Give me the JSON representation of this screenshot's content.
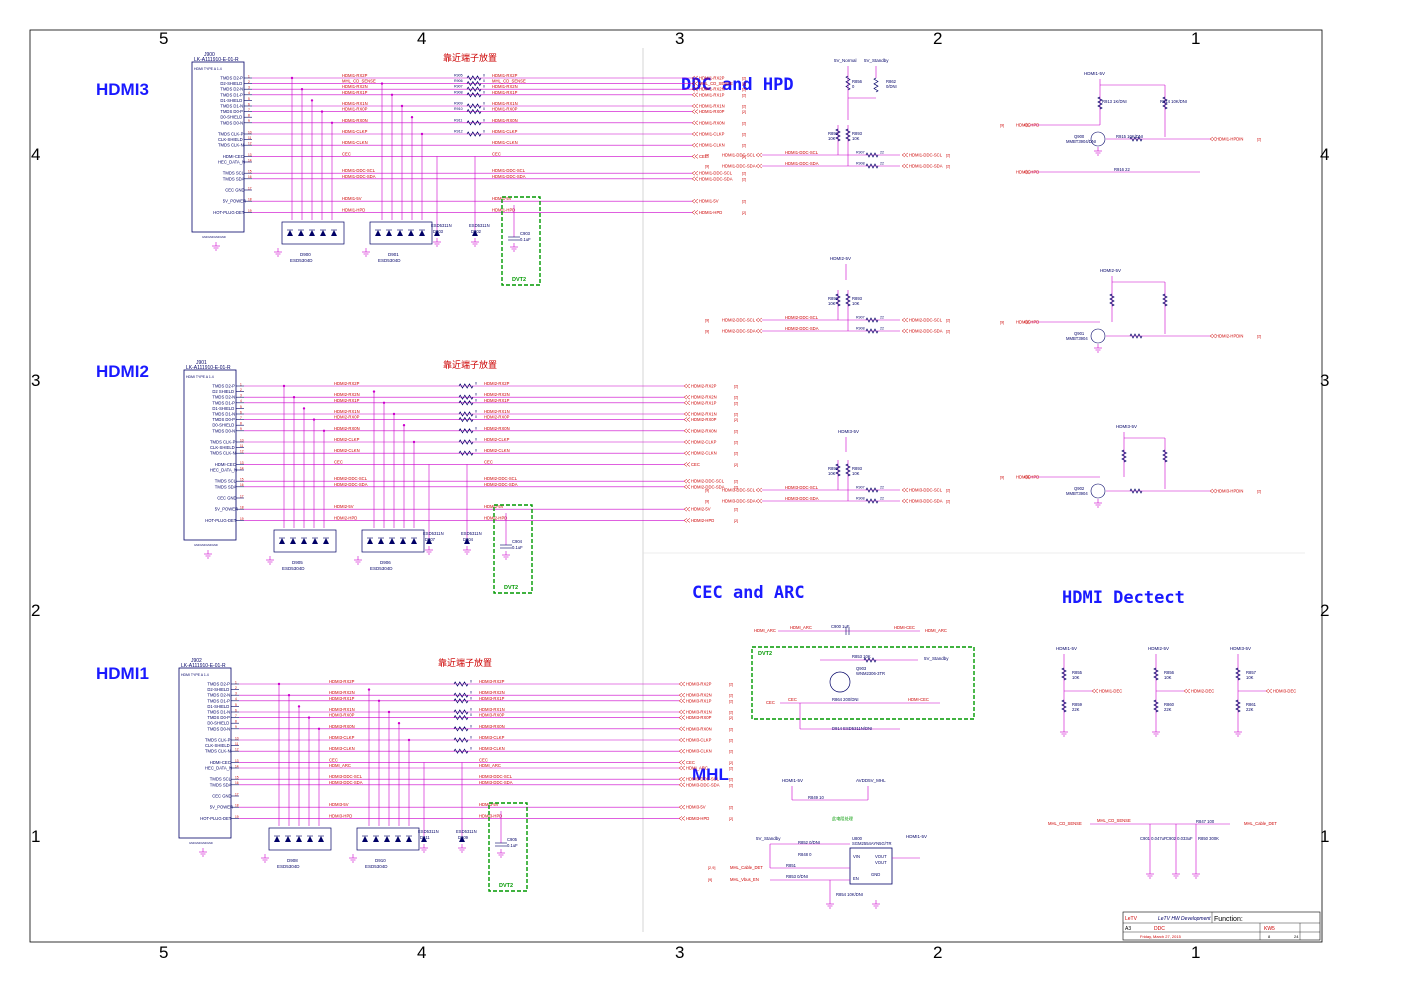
{
  "colors": {
    "title": "#1a1aff",
    "net": "#cc0000",
    "wire": "#cc00cc",
    "component": "#000066",
    "dvt_box": "#009900"
  },
  "zones": {
    "top": [
      "5",
      "4",
      "3",
      "2",
      "1"
    ],
    "bottom": [
      "5",
      "4",
      "3",
      "2",
      "1"
    ],
    "left": [
      "4",
      "3",
      "2",
      "1"
    ],
    "right": [
      "4",
      "3",
      "2",
      "1"
    ]
  },
  "titles": {
    "hdmi3": "HDMI3",
    "hdmi2": "HDMI2",
    "hdmi1": "HDMI1",
    "ddc_hpd": "DDC and HPD",
    "cec_arc": "CEC and ARC",
    "mhl": "MHL",
    "hdmi_detect": "HDMI Dectect"
  },
  "connector_note": "靠近端子放置",
  "dvt_label": "DVT2",
  "hdmi3": {
    "ref": "J900",
    "part": "LK-A111910-E-01-R",
    "type": "HDMI TYPE A 1.4",
    "pins": [
      "TMDS D2-P",
      "D2-SHIELD",
      "TMDS D2-N",
      "TMDS D1-P",
      "D1-SHIELD",
      "TMDS D1-N",
      "TMDS D0-P",
      "D0-SHIELD",
      "TMDS D0-N",
      "TMDS CLK-P",
      "CLK-SHIELD",
      "TMDS CLK-N",
      "HDMI-CEC",
      "HEC_DATA_N",
      "TMDS SCL",
      "TMDS SDA",
      "CEC GND",
      "5V_POWER",
      "HOT-PLUG-DET"
    ],
    "nets": [
      "HDMI1-RX2P",
      "MHL_CD_SENSE",
      "HDMI1-RX2N",
      "HDMI1-RX1P",
      "HDMI1-RX1N",
      "HDMI1-RX0P",
      "HDMI1-RX0N",
      "HDMI1-CLKP",
      "HDMI1-CLKN",
      "CEC",
      "HDMI1-DDC-SCL",
      "HDMI1-DDC-SDA",
      "HDMI1-5V",
      "HDMI1-HPD"
    ],
    "resistors": [
      "R905",
      "R906",
      "R907",
      "R908",
      "R909",
      "R910",
      "R911",
      "R912"
    ],
    "esd": [
      {
        "ref": "D900",
        "part": "ESD5304D"
      },
      {
        "ref": "D901",
        "part": "ESD5304D"
      }
    ],
    "tvs": [
      {
        "ref": "D903",
        "part": "ESD5311N"
      },
      {
        "ref": "D902",
        "part": "ESD5311N"
      }
    ],
    "cap": {
      "ref": "C903",
      "value": "0.1uF"
    }
  },
  "hdmi2": {
    "ref": "J901",
    "part": "LK-A111910-E-01-R",
    "type": "HDMI TYPE A 1.4",
    "pins": [
      "TMDS D2-P",
      "D2 SHIELD",
      "TMDS D2-N",
      "TMDS D1-P",
      "D1-SHIELD",
      "TMDS D1-N",
      "TMDS D0-P",
      "D0-SHIELD",
      "TMDS D0-N",
      "TMDS CLK-P",
      "CLK-SHIELD",
      "TMDS CLK-N",
      "HDMI-CEC",
      "HEC_DATA_N",
      "TMDS SCL",
      "TMDS SDA",
      "CEC GND",
      "5V_POWER",
      "HOT-PLUG-DET"
    ],
    "nets": [
      "HDMI2-RX2P",
      "HDMI2-RX2N",
      "HDMI2-RX1P",
      "HDMI2-RX1N",
      "HDMI2-RX0P",
      "HDMI2-RX0N",
      "HDMI2-CLKP",
      "HDMI2-CLKN",
      "CEC",
      "HDMI2-DDC-SCL",
      "HDMI2-DDC-SDA",
      "HDMI2-5V",
      "HDMI2-HPD"
    ],
    "esd": [
      {
        "ref": "D905",
        "part": "ESD5304D"
      },
      {
        "ref": "D906",
        "part": "ESD5304D"
      }
    ],
    "tvs": [
      {
        "ref": "D907",
        "part": "ESD5311N"
      },
      {
        "ref": "D904",
        "part": "ESD5311N"
      }
    ],
    "cap": {
      "ref": "C904",
      "value": "0.1uF"
    }
  },
  "hdmi1": {
    "ref": "J902",
    "part": "LK-A111910-E-01-R",
    "type": "HDMI TYPE A 1.4",
    "pins": [
      "TMDS D2-P",
      "D2-SHIELD",
      "TMDS D2-N",
      "TMDS D1-P",
      "D1-SHIELD",
      "TMDS D1-N",
      "TMDS D0-P",
      "D0-SHIELD",
      "TMDS D0-N",
      "TMDS CLK-P",
      "CLK-SHIELD",
      "TMDS CLK-N",
      "HDMI-CEC",
      "HEC_DATA_N",
      "TMDS SCL",
      "TMDS SDA",
      "CEC GND",
      "5V_POWER",
      "HOT-PLUG-DET"
    ],
    "nets": [
      "HDMI3-RX2P",
      "HDMI3-RX2N",
      "HDMI3-RX1P",
      "HDMI3-RX1N",
      "HDMI3-RX0P",
      "HDMI3-RX0N",
      "HDMI3-CLKP",
      "HDMI3-CLKN",
      "CEC",
      "HDMI_ARC",
      "HDMI3-DDC-SCL",
      "HDMI3-DDC-SDA",
      "HDMI3-5V",
      "HDMI3-HPD"
    ],
    "esd": [
      {
        "ref": "D908",
        "part": "ESD5304D"
      },
      {
        "ref": "D910",
        "part": "ESD5304D"
      }
    ],
    "tvs": [
      {
        "ref": "D911",
        "part": "ESD5311N"
      },
      {
        "ref": "D909",
        "part": "ESD5311N"
      }
    ],
    "cap": {
      "ref": "C905",
      "value": "0.1uF"
    }
  },
  "ddc": {
    "supply1": "5V_Normal",
    "supply2": "5V_Standby",
    "r1": "R856",
    "r1v": "0",
    "r2": "R862",
    "r2v": "0/DNI",
    "pull1": "R892",
    "pull2": "R893",
    "pullv": "10K",
    "ser1": "R907",
    "ser2": "R908",
    "serv": "22",
    "nets": [
      "HDMI1-DDC-SCL",
      "HDMI1-DDC-SDA",
      "HDMI2-DDC-SCL",
      "HDMI2-DDC-SDA",
      "HDMI3-DDC-SCL",
      "HDMI3-DDC-SDA"
    ],
    "h2supply": "HDMI2-5V",
    "h3supply": "HDMI3-5V"
  },
  "hpd": {
    "q1": "Q900",
    "q1part": "MMBT3904/DNI",
    "q2": "Q901",
    "q2part": "MMBT3904",
    "q3": "Q902",
    "q3part": "MMBT3904",
    "nets": [
      "HDMI1-HPD",
      "HDMI1-HPDIN",
      "HDMI2-HPD",
      "HDMI2-HPDIN",
      "HDMI3-HPD",
      "HDMI3-HPDIN"
    ],
    "r913": "R913 1K/DNI",
    "r914": "R914 10K/DNI",
    "r915": "R915 10K/DNI",
    "r916": "R916 22"
  },
  "cec": {
    "cap": "C900 1uF",
    "arc_net": "HDMI_ARC",
    "cec_net": "CEC",
    "hdmi_cec": "HDMI-CEC",
    "standby": "5V_Standby",
    "q": "Q903",
    "qpart": "WNM2306-3TR",
    "r1": "R853 10K",
    "r2": "R864 200/DNI",
    "diode": "D914 ESD5311N/DNI"
  },
  "mhl": {
    "supply": "HDMI1-5V",
    "avdd": "AVDD5V_MHL",
    "r849": "R849 10",
    "note": "此电阻处理",
    "ic": "U800",
    "icpart": "SGM2554AYN5G/TR",
    "pins": [
      "VIN",
      "EN",
      "VOUT",
      "VOUT",
      "GND"
    ],
    "nets": [
      "MHL_Cable_DET",
      "MHL_Vbus_EN",
      "5V_Normal",
      "5V_Standby"
    ],
    "r852": "R852 0/DNI",
    "r848": "R848 0",
    "r851": "R851",
    "r853": "R853 0/DNI",
    "r854": "R854 10K/DNI"
  },
  "detect": {
    "supplies": [
      "HDMI1-5V",
      "HDMI2-5V",
      "HDMI3-5V"
    ],
    "outs": [
      "HDMI1-DEC",
      "HDMI2-DEC",
      "HDMI3-DEC"
    ],
    "top": [
      "R855",
      "R856",
      "R857"
    ],
    "topv": "10K",
    "bot": [
      "R859",
      "R860",
      "R861"
    ],
    "botv": "22K",
    "mhl_sense": "MHL_CD_SENSE",
    "mhl_det": "MHL_Cable_DET",
    "c1": "C901 0.047uF",
    "c2": "C902 0.033uF",
    "r847": "R847 100",
    "r850": "R850 300K"
  },
  "titleblock": {
    "logo": "LeTV",
    "dept": "LeTV HW Development",
    "function": "Function:",
    "size": "A3",
    "doc": "DDC",
    "date": "Friday, March 27, 2015",
    "model": "KW5",
    "sheet": "8",
    "of": "24"
  }
}
